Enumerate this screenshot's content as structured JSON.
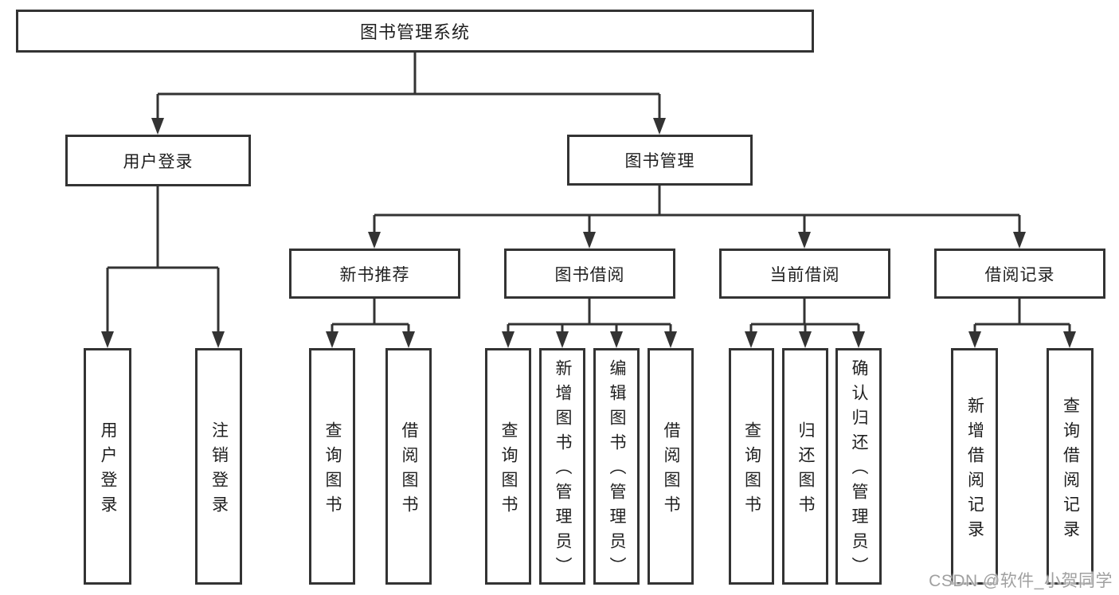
{
  "tree": {
    "root": {
      "label": "图书管理系统"
    },
    "children": [
      {
        "label": "用户登录",
        "children": [
          {
            "label": "用户登录"
          },
          {
            "label": "注销登录"
          }
        ]
      },
      {
        "label": "图书管理",
        "children": [
          {
            "label": "新书推荐",
            "children": [
              {
                "label": "查询图书"
              },
              {
                "label": "借阅图书"
              }
            ]
          },
          {
            "label": "图书借阅",
            "children": [
              {
                "label": "查询图书"
              },
              {
                "label": "新增图书（管理员）"
              },
              {
                "label": "编辑图书（管理员）"
              },
              {
                "label": "借阅图书"
              }
            ]
          },
          {
            "label": "当前借阅",
            "children": [
              {
                "label": "查询图书"
              },
              {
                "label": "归还图书"
              },
              {
                "label": "确认归还（管理员）"
              }
            ]
          },
          {
            "label": "借阅记录",
            "children": [
              {
                "label": "新增借阅记录"
              },
              {
                "label": "查询借阅记录"
              }
            ]
          }
        ]
      }
    ]
  },
  "watermark": "CSDN @软件_小贺同学",
  "colors": {
    "line": "#333333",
    "box_border": "#333333",
    "text": "#1f1f1f",
    "watermark": "#a0a0a0",
    "background": "#ffffff"
  }
}
